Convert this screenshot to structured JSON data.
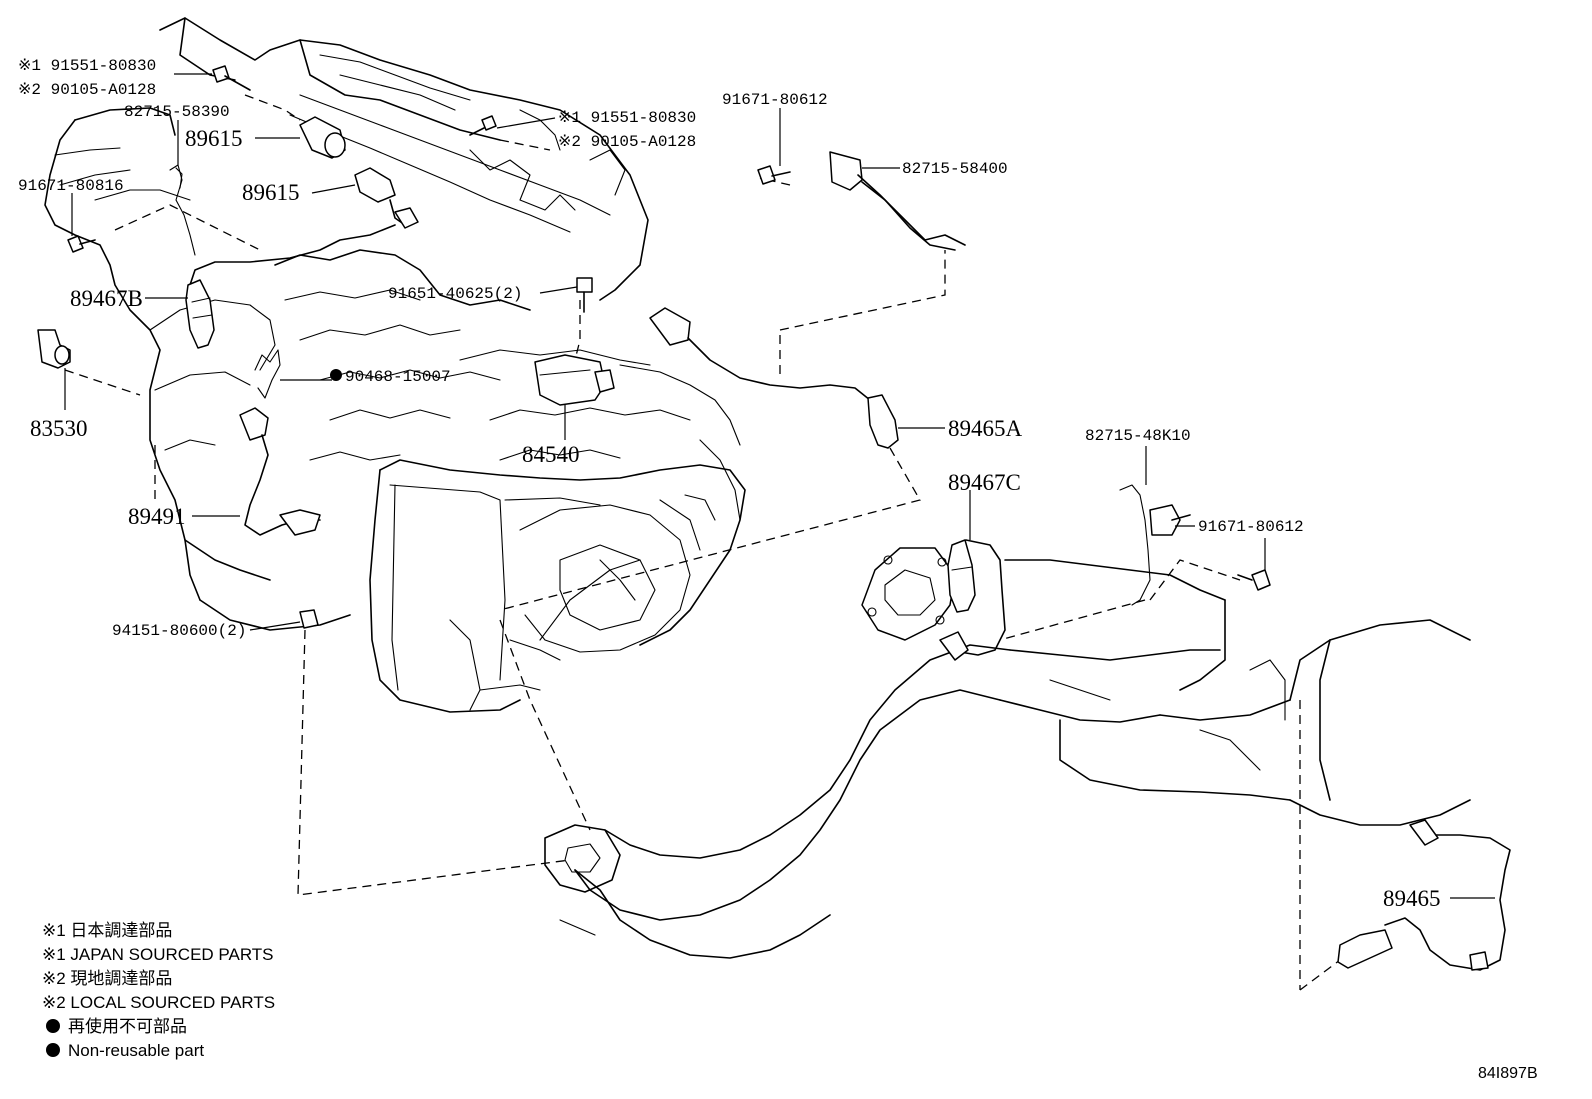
{
  "labels": {
    "top_left_1": "※1 91551-80830",
    "top_left_2": "※2 90105-A0128",
    "bracket_58390": "82715-58390",
    "sensor_89615_a": "89615",
    "sensor_89615_b": "89615",
    "bolt_80816": "91671-80816",
    "sensor_89467b": "89467B",
    "switch_83530": "83530",
    "top_mid_1": "※1 91551-80830",
    "top_mid_2": "※2 90105-A0128",
    "bolt_80612_top": "91671-80612",
    "bracket_58400": "82715-58400",
    "bolt_91651": "91651-40625(2)",
    "clip_90468": "90468-15007",
    "switch_84540": "84540",
    "sensor_89465a": "89465A",
    "sensor_89491": "89491",
    "bracket_48k10": "82715-48K10",
    "sensor_89467c": "89467C",
    "bolt_80612_right": "91671-80612",
    "nut_94151": "94151-80600(2)",
    "sensor_89465": "89465"
  },
  "legend": {
    "n1_jp": "※1 日本調達部品",
    "n1_en": "※1 JAPAN SOURCED PARTS",
    "n2_jp": "※2 現地調達部品",
    "n2_en": "※2 LOCAL SOURCED PARTS",
    "nr_jp": "再使用不可部品",
    "nr_en": "Non-reusable part"
  },
  "drawing_code": "84I897B"
}
